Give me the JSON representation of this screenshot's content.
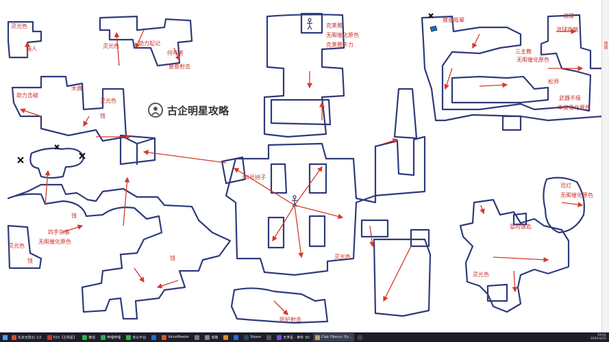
{
  "watermark": {
    "text": "古企明星攻略"
  },
  "labels": [
    {
      "id": "l1",
      "text": "灵光色"
    },
    {
      "id": "l2",
      "text": "箱人"
    },
    {
      "id": "l3",
      "text": "灵光色"
    },
    {
      "id": "l4",
      "text": "助力起记"
    },
    {
      "id": "l5",
      "text": "何布者"
    },
    {
      "id": "l6",
      "text": "噩奋射击"
    },
    {
      "id": "l7",
      "text": "木偶"
    },
    {
      "id": "l8",
      "text": "助力击破"
    },
    {
      "id": "l9",
      "text": "灵光色"
    },
    {
      "id": "l10",
      "text": "钱"
    },
    {
      "id": "l11",
      "text": "钱"
    },
    {
      "id": "l12",
      "text": "四手剑客"
    },
    {
      "id": "l13",
      "text": "无暇催化原色"
    },
    {
      "id": "l14",
      "text": "灵光色"
    },
    {
      "id": "l15",
      "text": "钱"
    },
    {
      "id": "l16",
      "text": "钱"
    },
    {
      "id": "l17",
      "text": "克莱雅"
    },
    {
      "id": "l18",
      "text": "无暇催化原色"
    },
    {
      "id": "l19",
      "text": "克莱雅牛力"
    },
    {
      "id": "l20",
      "text": "00号拱子"
    },
    {
      "id": "l21",
      "text": "灵光色"
    },
    {
      "id": "l22",
      "text": "防护射击"
    },
    {
      "id": "l23",
      "text": "察奋眩晕"
    },
    {
      "id": "l24",
      "text": "三主教"
    },
    {
      "id": "l25",
      "text": "无暇催化原色"
    },
    {
      "id": "l26",
      "text": "松师"
    },
    {
      "id": "l27",
      "text": "武器不级"
    },
    {
      "id": "l28",
      "text": "华美骨化原色"
    },
    {
      "id": "l29",
      "text": "滚球"
    },
    {
      "id": "l30",
      "text": "流球攻略"
    },
    {
      "id": "l31",
      "text": "司灯"
    },
    {
      "id": "l32",
      "text": "无暇催化原色"
    },
    {
      "id": "l33",
      "text": "冒险谱匙"
    },
    {
      "id": "l34",
      "text": "灵光色"
    }
  ],
  "sidebar": {
    "label": "地图"
  },
  "taskbar": {
    "items": [
      {
        "label": "东京无败北 1/2",
        "color": "#d24a3a"
      },
      {
        "label": "P2X【古明星】",
        "color": "#c43b2b"
      },
      {
        "label": "微信",
        "color": "#2fb24a"
      },
      {
        "label": "哔哩哔哩",
        "color": "#34a853"
      },
      {
        "label": "米公平台",
        "color": "#3cb34a"
      },
      {
        "label": "",
        "color": "#1f6fd1"
      },
      {
        "label": "VoiceMeeter",
        "color": "#d9542b"
      },
      {
        "label": "",
        "color": "#7a7a7a"
      },
      {
        "label": "攻略",
        "color": "#888"
      },
      {
        "label": "",
        "color": "#e38a2b"
      },
      {
        "label": "",
        "color": "#2a6cd6"
      },
      {
        "label": "Steam",
        "color": "#2a475e"
      },
      {
        "label": "",
        "color": "#555"
      },
      {
        "label": "天罗星 - 拳件 3D",
        "color": "#7c4ad6"
      },
      {
        "label": "Clair Obscur: Ex...",
        "color": "#b8a26a"
      },
      {
        "label": "",
        "color": "#444"
      }
    ],
    "clock_time": "19:01",
    "clock_date": "2025/4/25"
  },
  "colors": {
    "ink": "#2e3a7a",
    "arrow": "#d23a2a",
    "label": "#c8322a"
  }
}
